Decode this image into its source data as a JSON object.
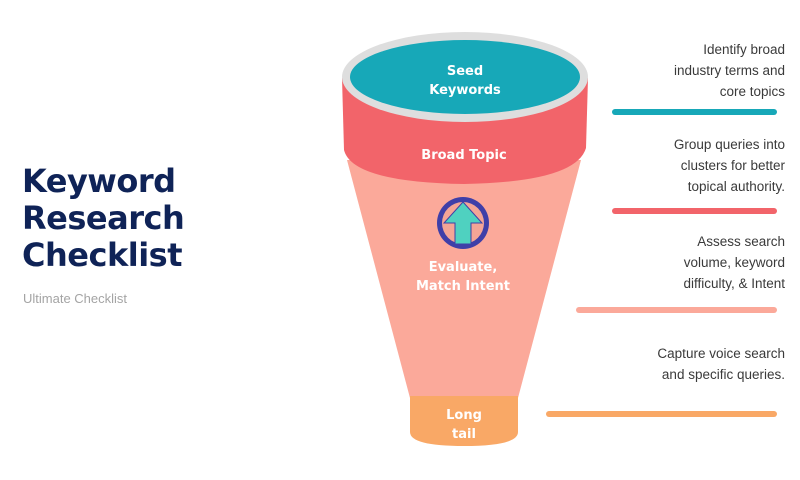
{
  "title": {
    "lines": [
      "Keyword",
      "Research",
      "Checklist"
    ],
    "subtitle": "Ultimate Checklist"
  },
  "funnel": {
    "stages": [
      {
        "label_lines": [
          "Seed",
          "Keywords"
        ],
        "color": "#17a8b8"
      },
      {
        "label_lines": [
          "Broad Topic"
        ],
        "color": "#f2646a"
      },
      {
        "label_lines": [
          "Evaluate,",
          "Match Intent"
        ],
        "color": "#fba99a"
      },
      {
        "label_lines": [
          "Long",
          "tail"
        ],
        "color": "#f9a866"
      }
    ],
    "icon": "up-arrow-circle-icon"
  },
  "descriptions": [
    {
      "lines": [
        "Identify broad",
        "industry terms and",
        "core topics"
      ],
      "color": "#17a8b8"
    },
    {
      "lines": [
        "Group queries into",
        "clusters for better",
        "topical authority."
      ],
      "color": "#f2646a"
    },
    {
      "lines": [
        "Assess search",
        "volume, keyword",
        "difficulty, & Intent"
      ],
      "color": "#fba99a"
    },
    {
      "lines": [
        "Capture voice search",
        "and specific queries."
      ],
      "color": "#f9a866"
    }
  ]
}
